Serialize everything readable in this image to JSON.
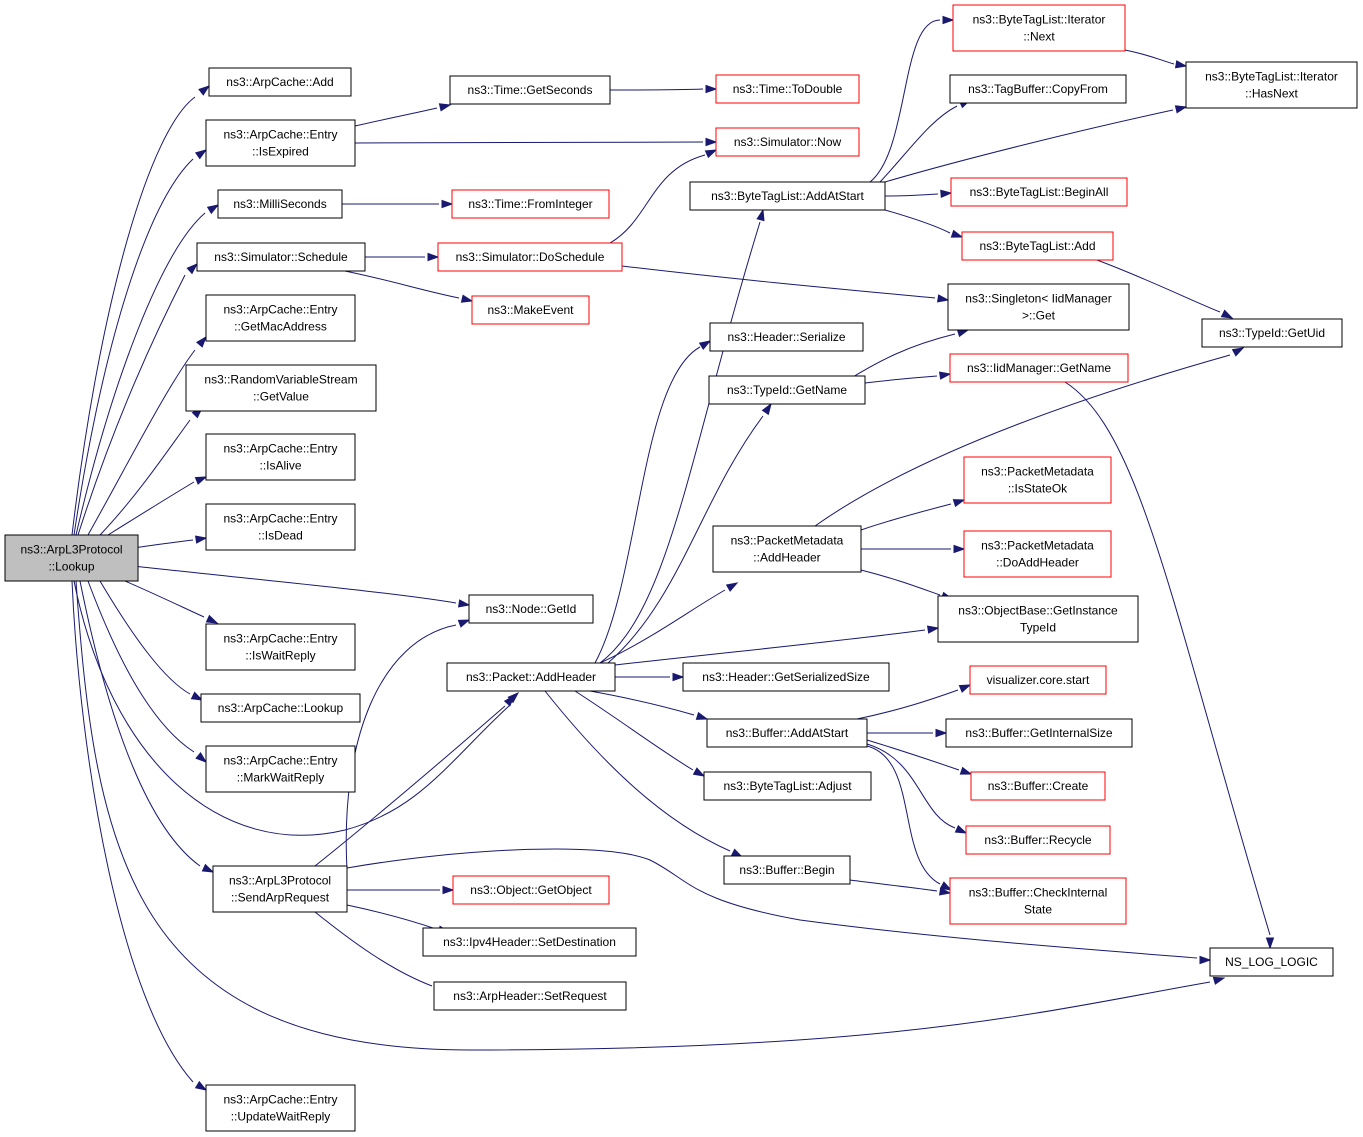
{
  "colors": {
    "edge": "#191970",
    "border": "#000000",
    "red_border": "#ff0000",
    "root_fill": "#bfbfbf",
    "fill": "#ffffff"
  },
  "nodes": [
    {
      "id": "lookup_root",
      "lines": [
        "ns3::ArpL3Protocol",
        "::Lookup"
      ],
      "root": true
    },
    {
      "id": "cache_add",
      "lines": [
        "ns3::ArpCache::Add"
      ]
    },
    {
      "id": "isexpired",
      "lines": [
        "ns3::ArpCache::Entry",
        "::IsExpired"
      ]
    },
    {
      "id": "milliseconds",
      "lines": [
        "ns3::MilliSeconds"
      ]
    },
    {
      "id": "schedule",
      "lines": [
        "ns3::Simulator::Schedule"
      ]
    },
    {
      "id": "getmac",
      "lines": [
        "ns3::ArpCache::Entry",
        "::GetMacAddress"
      ]
    },
    {
      "id": "getvalue",
      "lines": [
        "ns3::RandomVariableStream",
        "::GetValue"
      ]
    },
    {
      "id": "isalive",
      "lines": [
        "ns3::ArpCache::Entry",
        "::IsAlive"
      ]
    },
    {
      "id": "isdead",
      "lines": [
        "ns3::ArpCache::Entry",
        "::IsDead"
      ]
    },
    {
      "id": "iswaitreply",
      "lines": [
        "ns3::ArpCache::Entry",
        "::IsWaitReply"
      ]
    },
    {
      "id": "cache_lookup",
      "lines": [
        "ns3::ArpCache::Lookup"
      ]
    },
    {
      "id": "markwait",
      "lines": [
        "ns3::ArpCache::Entry",
        "::MarkWaitReply"
      ]
    },
    {
      "id": "sendarp",
      "lines": [
        "ns3::ArpL3Protocol",
        "::SendArpRequest"
      ]
    },
    {
      "id": "updatewait",
      "lines": [
        "ns3::ArpCache::Entry",
        "::UpdateWaitReply"
      ]
    },
    {
      "id": "getseconds",
      "lines": [
        "ns3::Time::GetSeconds"
      ]
    },
    {
      "id": "todouble",
      "lines": [
        "ns3::Time::ToDouble"
      ],
      "red": true
    },
    {
      "id": "now",
      "lines": [
        "ns3::Simulator::Now"
      ],
      "red": true
    },
    {
      "id": "frominteger",
      "lines": [
        "ns3::Time::FromInteger"
      ],
      "red": true
    },
    {
      "id": "doschedule",
      "lines": [
        "ns3::Simulator::DoSchedule"
      ],
      "red": true
    },
    {
      "id": "makeevent",
      "lines": [
        "ns3::MakeEvent"
      ],
      "red": true
    },
    {
      "id": "getid",
      "lines": [
        "ns3::Node::GetId"
      ]
    },
    {
      "id": "addheader",
      "lines": [
        "ns3::Packet::AddHeader"
      ]
    },
    {
      "id": "getobject",
      "lines": [
        "ns3::Object::GetObject"
      ],
      "red": true
    },
    {
      "id": "setdest",
      "lines": [
        "ns3::Ipv4Header::SetDestination"
      ]
    },
    {
      "id": "setrequest",
      "lines": [
        "ns3::ArpHeader::SetRequest"
      ]
    },
    {
      "id": "addatstart_btl",
      "lines": [
        "ns3::ByteTagList::AddAtStart"
      ]
    },
    {
      "id": "serialize",
      "lines": [
        "ns3::Header::Serialize"
      ]
    },
    {
      "id": "typeid_getname",
      "lines": [
        "ns3::TypeId::GetName"
      ]
    },
    {
      "id": "pm_addheader",
      "lines": [
        "ns3::PacketMetadata",
        "::AddHeader"
      ]
    },
    {
      "id": "getserializedsize",
      "lines": [
        "ns3::Header::GetSerializedSize"
      ]
    },
    {
      "id": "buffer_addatstart",
      "lines": [
        "ns3::Buffer::AddAtStart"
      ]
    },
    {
      "id": "btl_adjust",
      "lines": [
        "ns3::ByteTagList::Adjust"
      ]
    },
    {
      "id": "buffer_begin",
      "lines": [
        "ns3::Buffer::Begin"
      ]
    },
    {
      "id": "iter_next",
      "lines": [
        "ns3::ByteTagList::Iterator",
        "::Next"
      ],
      "red": true
    },
    {
      "id": "copyfrom",
      "lines": [
        "ns3::TagBuffer::CopyFrom"
      ]
    },
    {
      "id": "beginall",
      "lines": [
        "ns3::ByteTagList::BeginAll"
      ],
      "red": true
    },
    {
      "id": "btl_add",
      "lines": [
        "ns3::ByteTagList::Add"
      ],
      "red": true
    },
    {
      "id": "singleton_get",
      "lines": [
        "ns3::Singleton< IidManager",
        ">::Get"
      ]
    },
    {
      "id": "iid_getname",
      "lines": [
        "ns3::IidManager::GetName"
      ],
      "red": true
    },
    {
      "id": "isstateok",
      "lines": [
        "ns3::PacketMetadata",
        "::IsStateOk"
      ],
      "red": true
    },
    {
      "id": "doaddheader",
      "lines": [
        "ns3::PacketMetadata",
        "::DoAddHeader"
      ],
      "red": true
    },
    {
      "id": "getinstancetypeid",
      "lines": [
        "ns3::ObjectBase::GetInstance",
        "TypeId"
      ]
    },
    {
      "id": "viz_start",
      "lines": [
        "visualizer.core.start"
      ],
      "red": true
    },
    {
      "id": "getinternalsize",
      "lines": [
        "ns3::Buffer::GetInternalSize"
      ]
    },
    {
      "id": "buffer_create",
      "lines": [
        "ns3::Buffer::Create"
      ],
      "red": true
    },
    {
      "id": "buffer_recycle",
      "lines": [
        "ns3::Buffer::Recycle"
      ],
      "red": true
    },
    {
      "id": "checkinternal",
      "lines": [
        "ns3::Buffer::CheckInternal",
        "State"
      ],
      "red": true
    },
    {
      "id": "iter_hasnext",
      "lines": [
        "ns3::ByteTagList::Iterator",
        "::HasNext"
      ]
    },
    {
      "id": "getuid",
      "lines": [
        "ns3::TypeId::GetUid"
      ]
    },
    {
      "id": "ns_log_logic",
      "lines": [
        "NS_LOG_LOGIC"
      ]
    }
  ]
}
